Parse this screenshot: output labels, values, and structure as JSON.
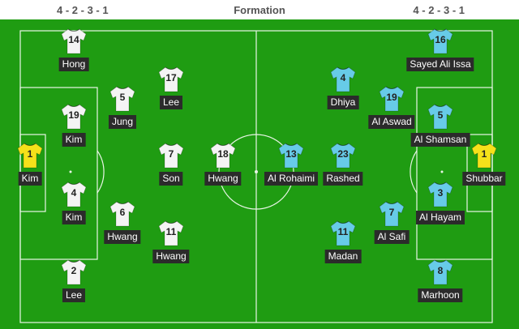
{
  "header": {
    "home_formation": "4 - 2 - 3 - 1",
    "title": "Formation",
    "away_formation": "4 - 2 - 3 - 1"
  },
  "colors": {
    "pitch": "#1f9c12",
    "home_shirt": "#f4f4f4",
    "home_gk_shirt": "#f5e11a",
    "away_shirt": "#67cbe8",
    "away_gk_shirt": "#f5e11a"
  },
  "home": [
    {
      "number": "14",
      "name": "Hong",
      "role": "player"
    },
    {
      "number": "19",
      "name": "Kim",
      "role": "player"
    },
    {
      "number": "1",
      "name": "Kim",
      "role": "goalkeeper"
    },
    {
      "number": "4",
      "name": "Kim",
      "role": "player"
    },
    {
      "number": "2",
      "name": "Lee",
      "role": "player"
    },
    {
      "number": "5",
      "name": "Jung",
      "role": "player"
    },
    {
      "number": "6",
      "name": "Hwang",
      "role": "player"
    },
    {
      "number": "17",
      "name": "Lee",
      "role": "player"
    },
    {
      "number": "7",
      "name": "Son",
      "role": "player"
    },
    {
      "number": "11",
      "name": "Hwang",
      "role": "player"
    },
    {
      "number": "18",
      "name": "Hwang",
      "role": "player"
    }
  ],
  "away": [
    {
      "number": "16",
      "name": "Sayed Ali Issa",
      "role": "player"
    },
    {
      "number": "5",
      "name": "Al Shamsan",
      "role": "player"
    },
    {
      "number": "1",
      "name": "Shubbar",
      "role": "goalkeeper"
    },
    {
      "number": "3",
      "name": "Al Hayam",
      "role": "player"
    },
    {
      "number": "8",
      "name": "Marhoon",
      "role": "player"
    },
    {
      "number": "19",
      "name": "Al Aswad",
      "role": "player"
    },
    {
      "number": "7",
      "name": "Al Safi",
      "role": "player"
    },
    {
      "number": "4",
      "name": "Dhiya",
      "role": "player"
    },
    {
      "number": "23",
      "name": "Rashed",
      "role": "player"
    },
    {
      "number": "11",
      "name": "Madan",
      "role": "player"
    },
    {
      "number": "13",
      "name": "Al Rohaimi",
      "role": "player"
    }
  ]
}
